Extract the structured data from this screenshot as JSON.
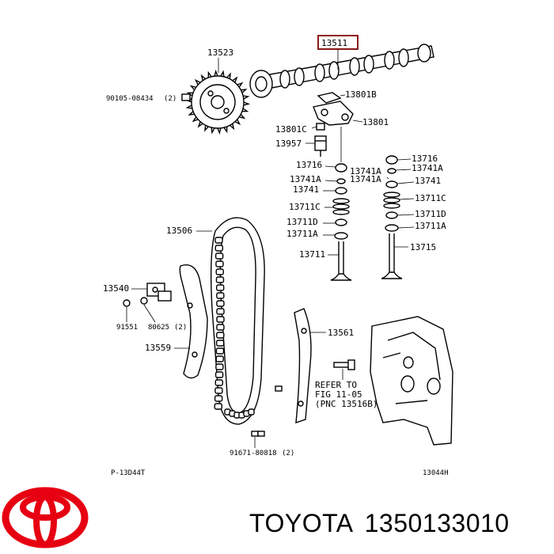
{
  "labels": {
    "camshaft": "13511",
    "cam_sprocket": "13523",
    "bolt": "90105-08434",
    "bolt_qty": "(2)",
    "rocker_arm_sub": "13801B",
    "rocker_arm": "13801",
    "rocker_clip": "13801C",
    "lash_adjuster": "13957",
    "retainer_left": "13716",
    "keeper_left": "13741A",
    "seat_left": "13741",
    "spring_left": "13711C",
    "seal_left": "13711D",
    "spring_seat_left": "13711A",
    "valve_intake": "13711",
    "retainer_right": "13716",
    "keeper_right_a": "13741A",
    "keeper_right_b": "13741A",
    "seat_right": "13741",
    "spring_right": "13711C",
    "seal_right": "13711D",
    "spring_seat_right": "13711A",
    "valve_exhaust": "13715",
    "chain": "13506",
    "tensioner": "13540",
    "stud_a": "91551",
    "stud_b": "80625",
    "stud_b_qty": "(2)",
    "slipper": "13559",
    "guide": "13561",
    "refer_line1": "REFER TO",
    "refer_line2": "FIG 11-05",
    "refer_line3": "(PNC 13516B)",
    "bottom_bolt": "91671-80818",
    "bottom_bolt_qty": "(2)",
    "fig_left": "P-13D44T",
    "fig_right": "13044H"
  },
  "brand": {
    "name": "TOYOTA",
    "part_number": "1350133010"
  },
  "colors": {
    "logo_red": "#e60012",
    "line": "#000000",
    "highlight_box": "#8b1a1a"
  }
}
